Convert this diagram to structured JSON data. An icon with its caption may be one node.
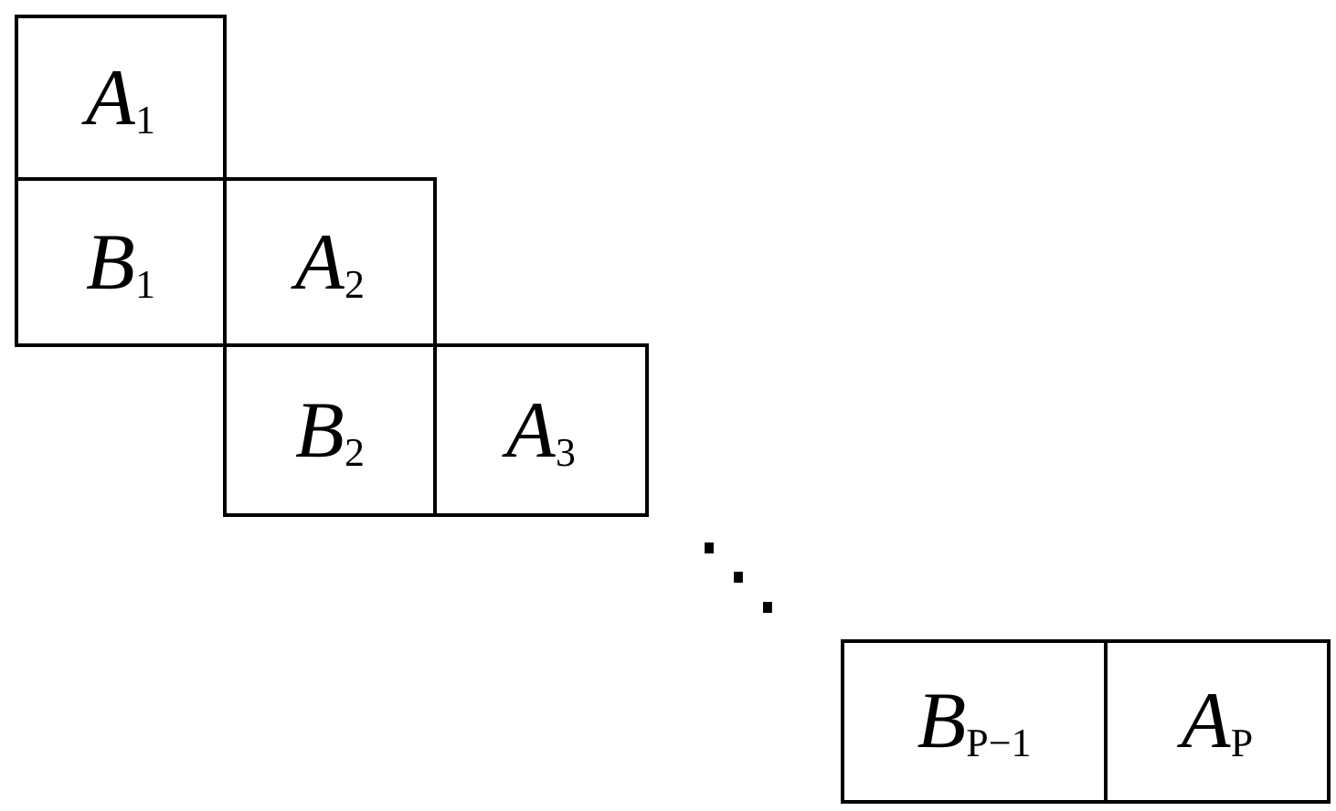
{
  "diagram": {
    "labels": [
      "*A*$_{1}$",
      "*B*$_{1}$",
      "*A*$_{2}$",
      "*B*$_{2}$",
      "*A*$_{3}$",
      "⋱",
      "*B*$_{P−1}$",
      "*A*$_{P}$"
    ]
  }
}
